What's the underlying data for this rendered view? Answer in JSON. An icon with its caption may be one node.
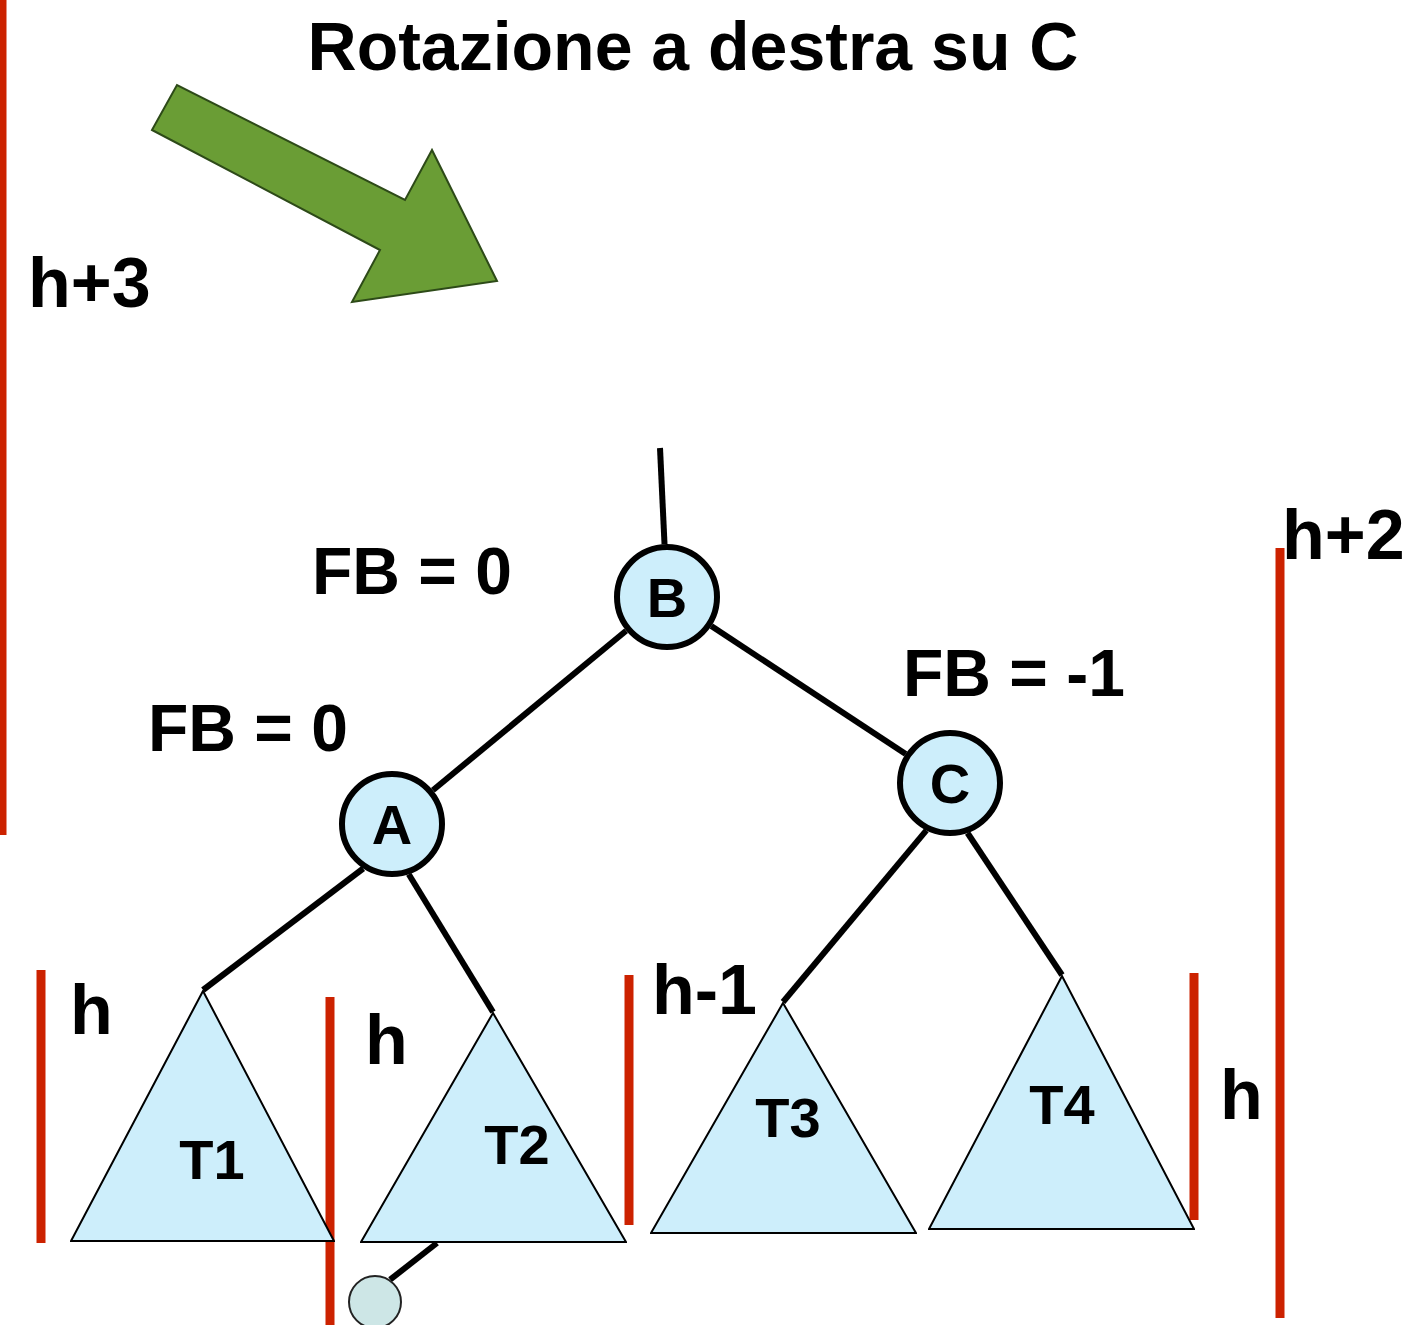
{
  "diagram": {
    "title": "Rotazione a destra su C",
    "nodes": [
      {
        "text": [
          "B"
        ],
        "beside": [
          "FB = 0"
        ]
      },
      {
        "text": [
          "A"
        ],
        "beside": [
          "FB = 0"
        ]
      },
      {
        "text": [
          "C"
        ],
        "beside": [
          "FB = -1"
        ]
      },
      {
        "text": [
          "T1"
        ]
      },
      {
        "text": [
          "T2"
        ]
      },
      {
        "text": [
          "T3"
        ]
      },
      {
        "text": [
          "T4"
        ]
      },
      {
        "text": [],
        "shape": "circle"
      }
    ],
    "edges": [
      {
        "from": null,
        "to": 0,
        "arrow": "none"
      },
      {
        "from": 0,
        "to": 1,
        "arrow": "none"
      },
      {
        "from": 0,
        "to": 2,
        "arrow": "none"
      },
      {
        "from": 1,
        "to": 3,
        "arrow": "none"
      },
      {
        "from": 1,
        "to": 4,
        "arrow": "none"
      },
      {
        "from": 2,
        "to": 5,
        "arrow": "none"
      },
      {
        "from": 2,
        "to": 6,
        "arrow": "none"
      },
      {
        "from": 4,
        "to": 7,
        "arrow": "none"
      }
    ],
    "labels": [
      "h+3",
      "h+2",
      "h-1",
      "h",
      "h",
      "h"
    ]
  }
}
